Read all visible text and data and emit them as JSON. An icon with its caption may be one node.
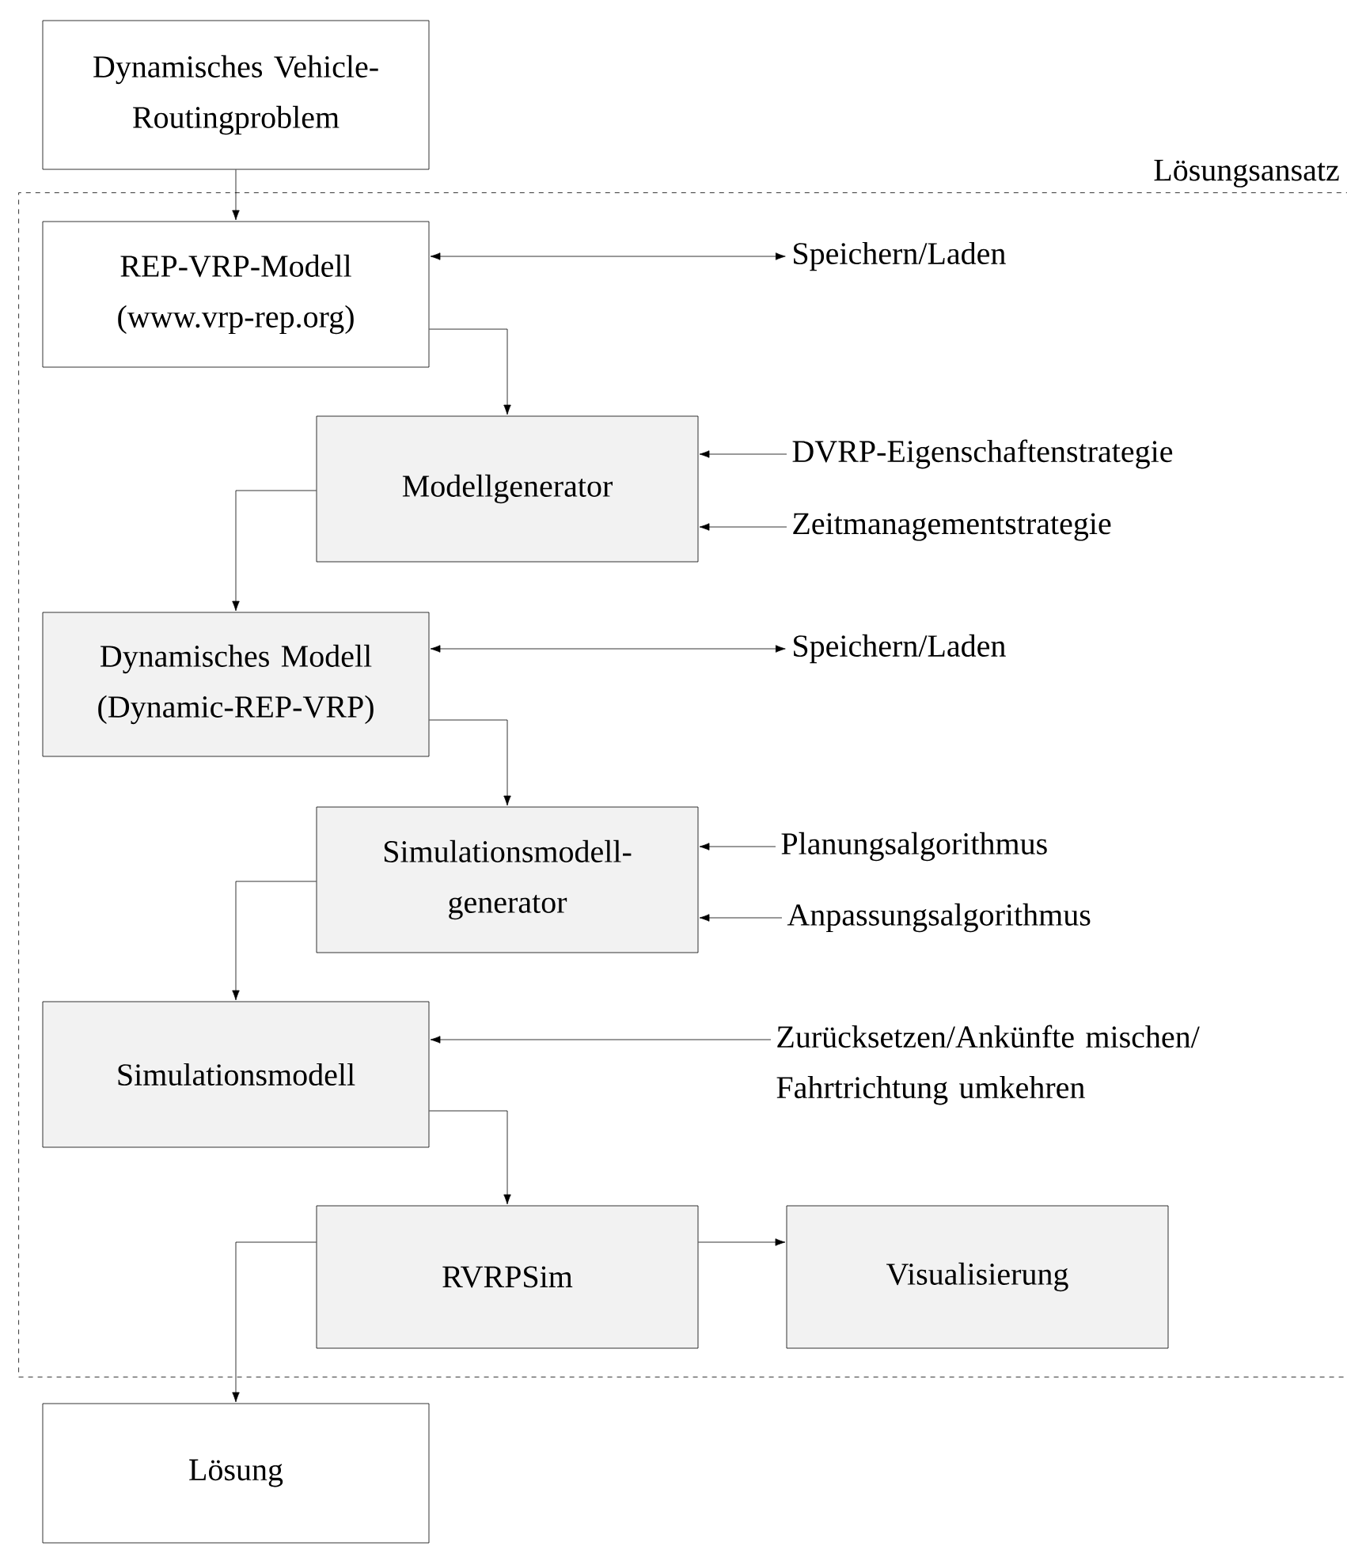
{
  "diagram": {
    "nodes": [
      {
        "text": [
          "Dynamisches Vehicle-Routingproblem"
        ]
      },
      {
        "text": [
          "Lösungsansatz"
        ]
      },
      {
        "text": [
          "REP-VRP-Modell (www.vrp-rep.org)"
        ],
        "in": 1
      },
      {
        "text": [
          "Speichern/Laden"
        ],
        "in": 1
      },
      {
        "text": [
          "Modellgenerator"
        ],
        "in": 1
      },
      {
        "text": [
          "DVRP-Eigenschaftenstrategie"
        ],
        "in": 1
      },
      {
        "text": [
          "Zeitmanagementstrategie"
        ],
        "in": 1
      },
      {
        "text": [
          "Dynamisches Modell (Dynamic-REP-VRP)"
        ],
        "in": 1
      },
      {
        "text": [
          "Speichern/Laden"
        ],
        "in": 1
      },
      {
        "text": [
          "Simulationsmodell-generator"
        ],
        "in": 1
      },
      {
        "text": [
          "Planungsalgorithmus"
        ],
        "in": 1
      },
      {
        "text": [
          "Anpassungsalgorithmus"
        ],
        "in": 1
      },
      {
        "text": [
          "Simulationsmodell"
        ],
        "in": 1
      },
      {
        "text": [
          "Zurücksetzen/Ankünfte mischen/ Fahrtrichtung umkehren"
        ],
        "in": 1
      },
      {
        "text": [
          "RVRPSim"
        ],
        "in": 1
      },
      {
        "text": [
          "Visualisierung"
        ],
        "in": 1
      },
      {
        "text": [
          "Lösung"
        ]
      }
    ],
    "edges": [
      {
        "from": 0,
        "to": 2,
        "arrow": "to"
      },
      {
        "from": 2,
        "to": 3,
        "arrow": "both"
      },
      {
        "from": 2,
        "to": 4,
        "arrow": "to"
      },
      {
        "from": 5,
        "to": 4,
        "arrow": "to"
      },
      {
        "from": 6,
        "to": 4,
        "arrow": "to"
      },
      {
        "from": 4,
        "to": 7,
        "arrow": "to"
      },
      {
        "from": 7,
        "to": 8,
        "arrow": "both"
      },
      {
        "from": 7,
        "to": 9,
        "arrow": "to"
      },
      {
        "from": 10,
        "to": 9,
        "arrow": "to"
      },
      {
        "from": 11,
        "to": 9,
        "arrow": "to"
      },
      {
        "from": 9,
        "to": 12,
        "arrow": "to"
      },
      {
        "from": 13,
        "to": 12,
        "arrow": "to"
      },
      {
        "from": 12,
        "to": 14,
        "arrow": "to"
      },
      {
        "from": 14,
        "to": 15,
        "arrow": "to"
      },
      {
        "from": 14,
        "to": 16,
        "arrow": "to"
      }
    ]
  }
}
